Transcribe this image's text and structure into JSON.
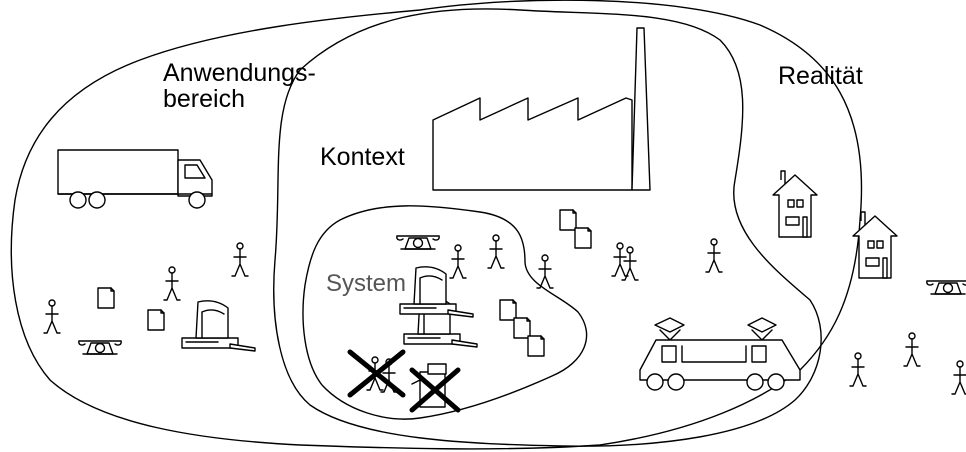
{
  "labels": {
    "anwendungsbereich_line1": "Anwendungs-",
    "anwendungsbereich_line2": "bereich",
    "realitaet": "Realität",
    "kontext": "Kontext",
    "system": "System"
  },
  "colors": {
    "outline": "#000000",
    "system_label": "#555555",
    "background": "#ffffff"
  },
  "icons": [
    "truck-icon",
    "factory-icon",
    "house-icon",
    "train-icon",
    "telephone-icon",
    "computer-icon",
    "document-icon",
    "person-icon"
  ]
}
